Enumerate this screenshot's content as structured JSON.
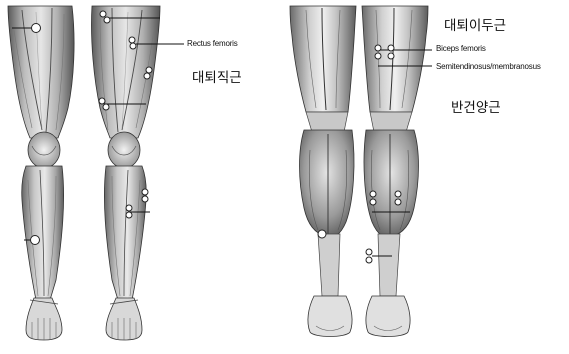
{
  "labels": {
    "rectus_femoris": "Rectus femoris",
    "rectus_femoris_ko": "대퇴직근",
    "biceps_femoris_ko": "대퇴이두근",
    "biceps_femoris": "Biceps femoris",
    "semitendinosus": "Semitendinosus/membranosus",
    "semitendinosus_ko": "반건양근"
  },
  "colors": {
    "skin_light": "#ececec",
    "muscle_mid": "#b4b4b4",
    "muscle_dark": "#5a5a5a",
    "outline": "#222222",
    "marker": "#ffffff"
  }
}
